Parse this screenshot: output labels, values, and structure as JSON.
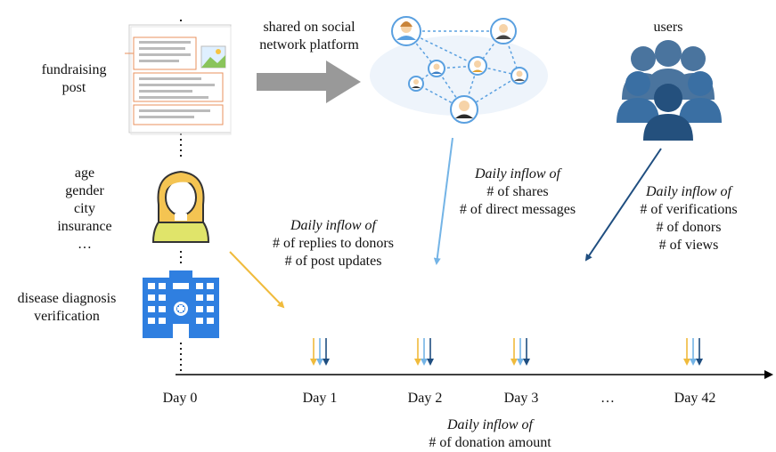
{
  "labels": {
    "fundraising_post": [
      "fundraising",
      "post"
    ],
    "shared": [
      "shared on social",
      "network platform"
    ],
    "users": "users",
    "attributes": [
      "age",
      "gender",
      "city",
      "insurance",
      "…"
    ],
    "disease": [
      "disease diagnosis",
      "verification"
    ],
    "daily_inflow": "Daily inflow of",
    "creator_inflow": [
      "# of replies to donors",
      "# of post updates"
    ],
    "network_inflow": [
      "# of shares",
      "# of direct messages"
    ],
    "user_inflow": [
      "# of verifications",
      "# of donors",
      "# of views"
    ],
    "donation_inflow": "# of donation amount",
    "days": [
      "Day 0",
      "Day 1",
      "Day 2",
      "Day 3",
      "…",
      "Day 42"
    ]
  },
  "colors": {
    "creator_arrow": "#f0bb3c",
    "network_arrow": "#74b4e6",
    "user_arrow": "#1f4e80",
    "post_outline": "#e8905e",
    "building": "#2f7fe0",
    "user_icon": "#2b5c8e",
    "big_arrow": "#999999"
  },
  "icons": [
    "document-icon",
    "social-network-icon",
    "users-group-icon",
    "person-avatar-icon",
    "hospital-building-icon"
  ]
}
